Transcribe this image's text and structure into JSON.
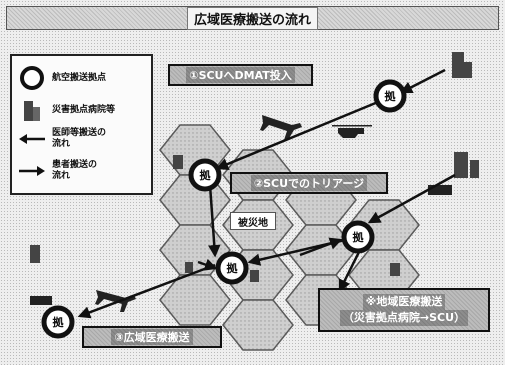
{
  "title": "広域医療搬送の流れ",
  "legend": {
    "items": [
      {
        "icon": "air-base-icon",
        "label": "航空搬送拠点"
      },
      {
        "icon": "hospital-icon",
        "label": "災害拠点病院等"
      },
      {
        "icon": "arrow-left-icon",
        "label": "医師等搬送の\n流れ"
      },
      {
        "icon": "arrow-right-icon",
        "label": "患者搬送の\n流れ"
      }
    ]
  },
  "steps": {
    "step1": "①SCUへDMAT投入",
    "step2": "②SCUでのトリアージ",
    "step3": "③広域医療搬送",
    "regional_line1": "※地域医療搬送",
    "regional_line2": "（災害拠点病院→SCU）"
  },
  "disaster_area": "被災地",
  "base_symbol": "拠",
  "colors": {
    "hex_fill": "#cdcdcd",
    "hex_stroke": "#5a5a5a",
    "arrow": "#111111",
    "label_box": "#bcbcbc"
  }
}
